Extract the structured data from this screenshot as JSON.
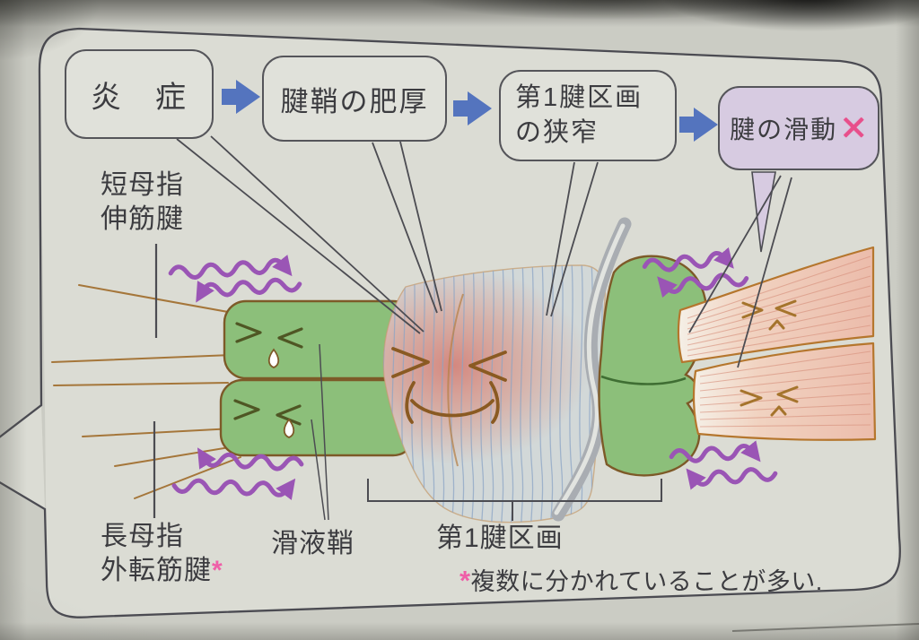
{
  "figure": {
    "flow_boxes": [
      {
        "label": "炎　症"
      },
      {
        "label": "腱鞘の肥厚"
      },
      {
        "line1": "第1腱区画",
        "line2": "の狭窄"
      },
      {
        "label": "腱の滑動",
        "x_mark": "✕"
      }
    ],
    "anatomy_labels": {
      "extensor_line1": "短母指",
      "extensor_line2": "伸筋腱",
      "abductor_line1": "長母指",
      "abductor_line2": "外転筋腱",
      "abductor_asterisk": "*",
      "synovial_sheath": "滑液鞘",
      "first_compartment": "第1腱区画"
    },
    "footnote": {
      "asterisk": "*",
      "text": "複数に分かれていることが多い."
    },
    "icons": {
      "flow_arrow": "blue-right-arrow",
      "friction_arrows": "purple-wavy-arrow",
      "x_mark": "pink-x-mark",
      "pain_faces": "wincing-face"
    },
    "colors": {
      "flow_arrow_blue": "#5474be",
      "x_mark_pink": "#e84f8b",
      "asterisk_pink": "#ef5fa8",
      "tendon_green": "#8cbf7a",
      "tendon_salmon": "#eec4b2",
      "box_lavender": "#d7cbe1",
      "wavy_purple": "#9a55b5",
      "inflamed_red": "#d4837a",
      "sheath_blue_lines": "#8ba4c5"
    }
  }
}
